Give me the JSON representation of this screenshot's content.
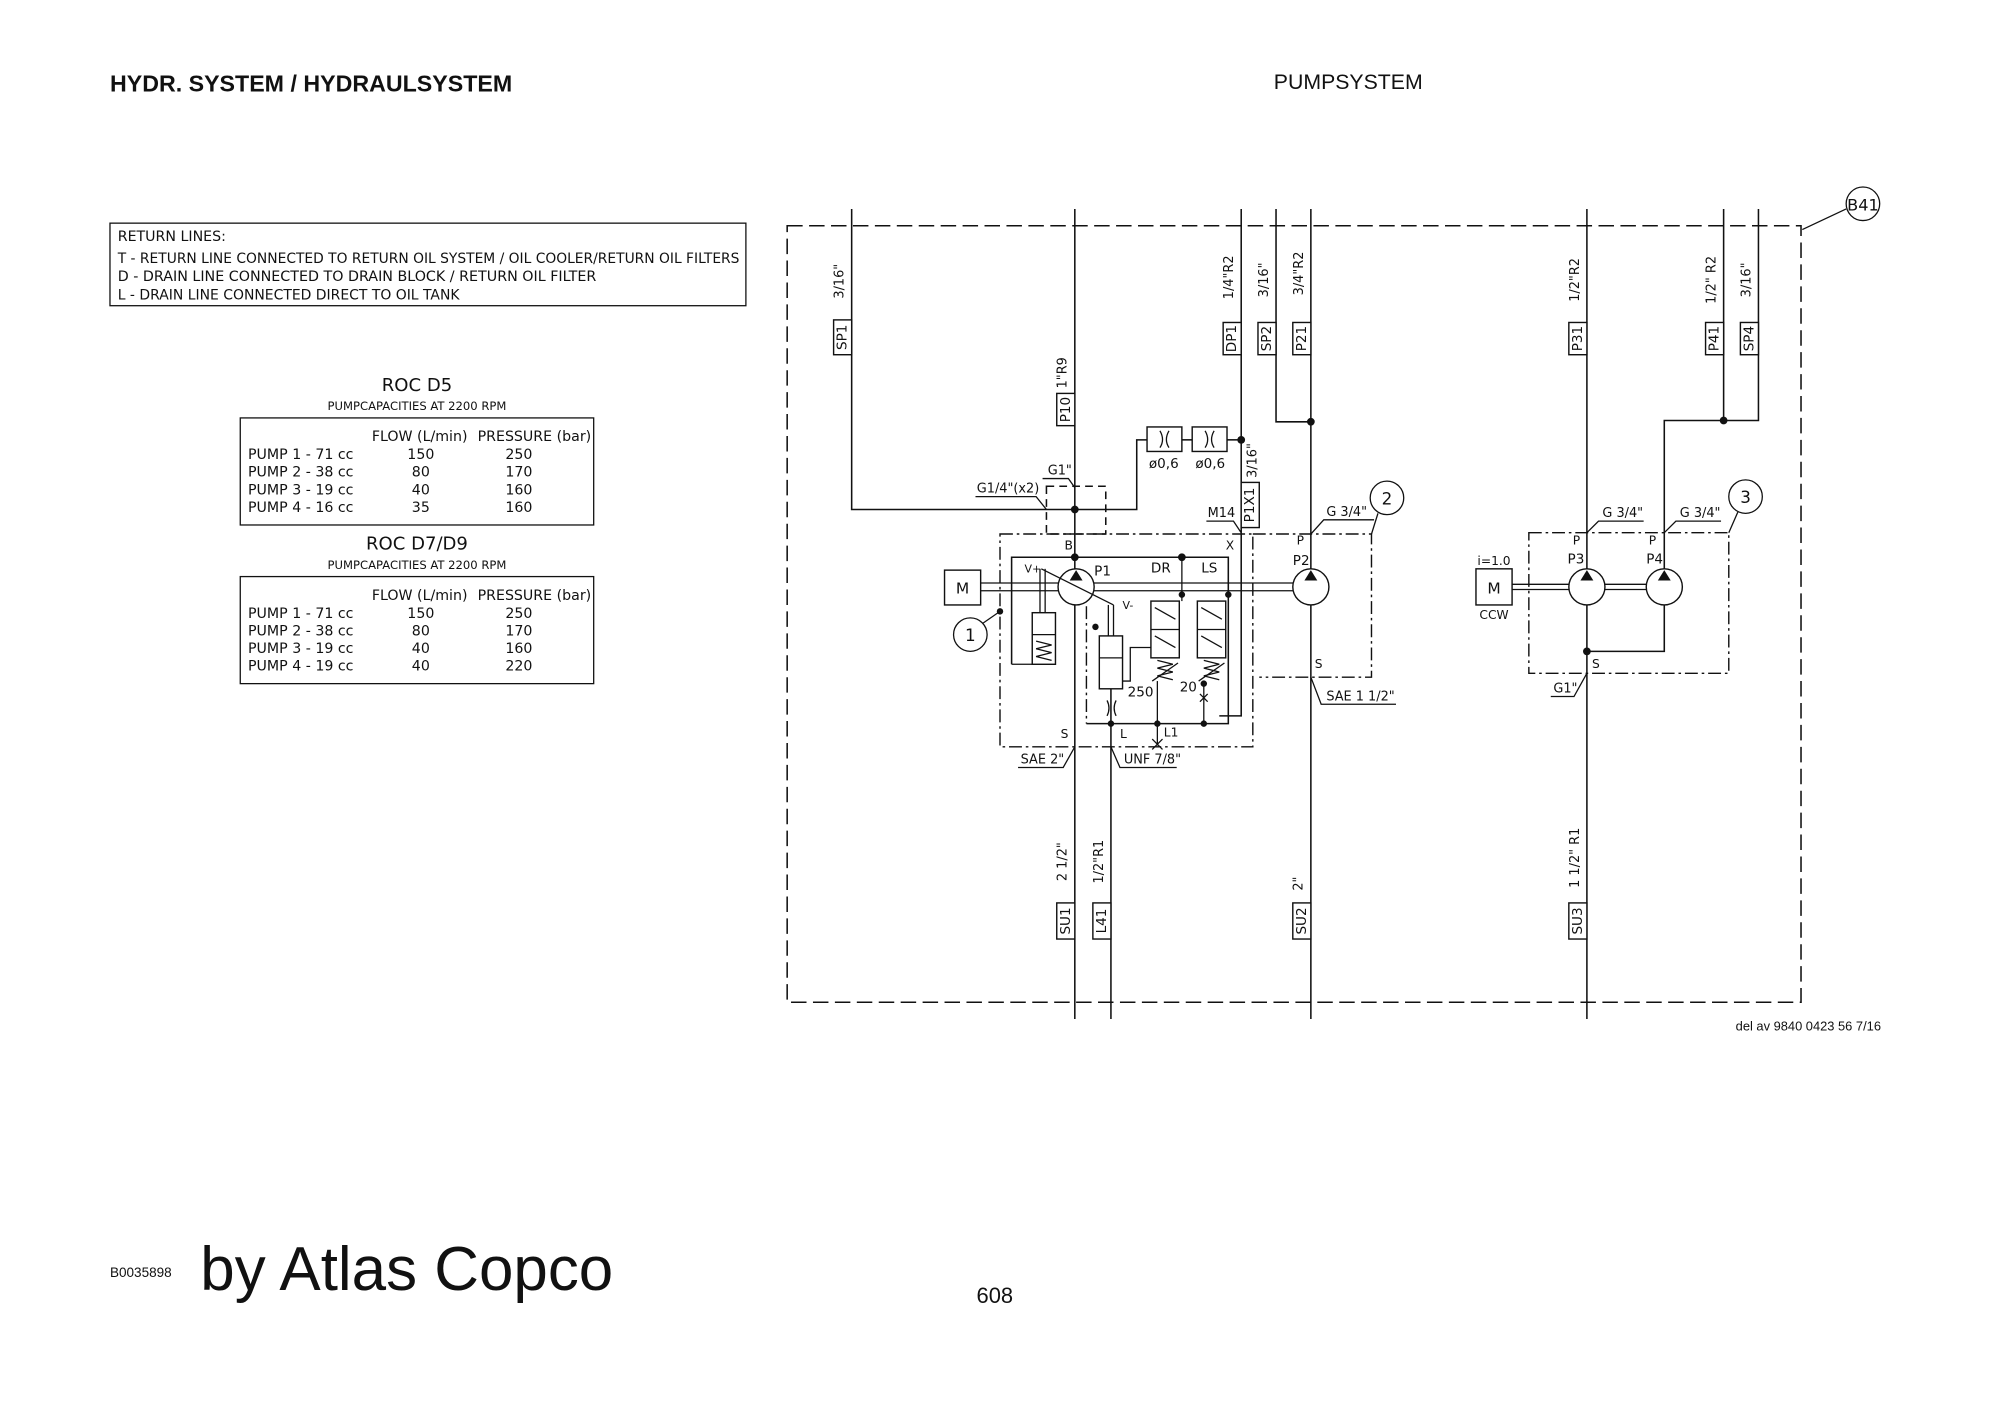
{
  "header": {
    "title": "HYDR. SYSTEM / HYDRAULSYSTEM",
    "section": "PUMPSYSTEM"
  },
  "return_lines": {
    "title": "RETURN LINES:",
    "lines": [
      "T - RETURN LINE CONNECTED TO RETURN OIL SYSTEM / OIL COOLER/RETURN OIL FILTERS",
      "D - DRAIN LINE CONNECTED TO DRAIN BLOCK /  RETURN OIL FILTER",
      "L - DRAIN LINE CONNECTED DIRECT TO OIL TANK"
    ]
  },
  "tables": [
    {
      "title": "ROC D5",
      "subtitle": "PUMPCAPACITIES AT 2200 RPM",
      "col_flow": "FLOW (L/min)",
      "col_pressure": "PRESSURE (bar)",
      "rows": [
        {
          "pump": "PUMP 1 - 71 cc",
          "flow": "150",
          "pressure": "250"
        },
        {
          "pump": "PUMP 2 - 38 cc",
          "flow": "80",
          "pressure": "170"
        },
        {
          "pump": "PUMP 3 - 19 cc",
          "flow": "40",
          "pressure": "160"
        },
        {
          "pump": "PUMP 4 - 16 cc",
          "flow": "35",
          "pressure": "160"
        }
      ]
    },
    {
      "title": "ROC D7/D9",
      "subtitle": "PUMPCAPACITIES AT 2200 RPM",
      "col_flow": "FLOW (L/min)",
      "col_pressure": "PRESSURE (bar)",
      "rows": [
        {
          "pump": "PUMP 1 - 71 cc",
          "flow": "150",
          "pressure": "250"
        },
        {
          "pump": "PUMP 2 - 38 cc",
          "flow": "80",
          "pressure": "170"
        },
        {
          "pump": "PUMP 3 - 19 cc",
          "flow": "40",
          "pressure": "160"
        },
        {
          "pump": "PUMP 4 - 19 cc",
          "flow": "40",
          "pressure": "220"
        }
      ]
    }
  ],
  "line_labels": {
    "SP1": {
      "tag": "SP1",
      "size": "3/16\""
    },
    "P10": {
      "tag": "P10",
      "size": "1\"R9"
    },
    "DP1": {
      "tag": "DP1",
      "size": "1/4\"R2"
    },
    "SP2": {
      "tag": "SP2",
      "size": "3/16\""
    },
    "P21": {
      "tag": "P21",
      "size": "3/4\"R2"
    },
    "P31": {
      "tag": "P31",
      "size": "1/2\"R2"
    },
    "P41": {
      "tag": "P41",
      "size": "1/2\" R2"
    },
    "SP4": {
      "tag": "SP4",
      "size": "3/16\""
    },
    "P1X1": {
      "tag": "P1X1",
      "size": "3/16\""
    },
    "SU1": {
      "tag": "SU1",
      "size": "2 1/2\""
    },
    "L41": {
      "tag": "L41",
      "size": "1/2\"R1"
    },
    "SU2": {
      "tag": "SU2",
      "size": "2\""
    },
    "SU3": {
      "tag": "SU3",
      "size": "1 1/2\" R1"
    }
  },
  "diagram": {
    "assembly_ref": "B41",
    "callouts": [
      "1",
      "2",
      "3"
    ],
    "orifice_1": "ø0,6",
    "orifice_2": "ø0,6",
    "g1_top": "G1\"",
    "g14_x2": "G1/4\"(x2)",
    "m14": "M14",
    "port_b": "B",
    "port_x": "X",
    "p1": "P1",
    "dr": "DR",
    "ls": "LS",
    "v_plus": "V+",
    "v_minus": "V-",
    "relief_250": "250",
    "relief_20": "20",
    "port_s1": "S",
    "port_l": "L",
    "port_l1": "L1",
    "sae2": "SAE 2\"",
    "unf78": "UNF 7/8\"",
    "g34_p2": "G 3/4\"",
    "port_p2": "P",
    "p2": "P2",
    "port_s2": "S",
    "sae112": "SAE 1 1/2\"",
    "motor_1": "M",
    "motor_2": "M",
    "ratio": "i=1.0",
    "rotation": "CCW",
    "g34_p3": "G 3/4\"",
    "g34_p4": "G 3/4\"",
    "port_p3": "P",
    "port_p4": "P",
    "p3": "P3",
    "p4": "P4",
    "port_s3": "S",
    "g1_bottom": "G1\""
  },
  "footer": {
    "part_ref": "del av 9840 0423 56 7/16",
    "doc_id": "B0035898",
    "brand": "by Atlas Copco",
    "page": "608"
  }
}
